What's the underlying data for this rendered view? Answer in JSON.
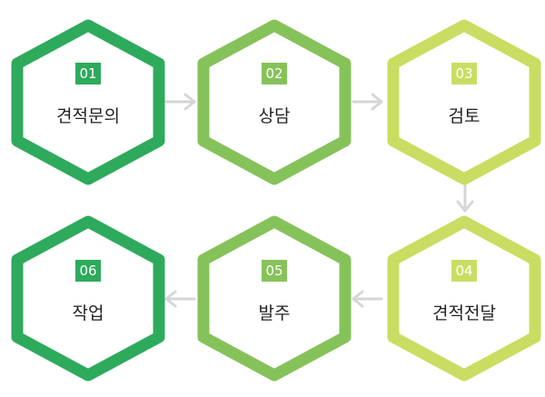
{
  "steps": [
    {
      "num": "01",
      "label": "견적문의",
      "color": "#2eaa5c"
    },
    {
      "num": "02",
      "label": "상담",
      "color": "#86c25a"
    },
    {
      "num": "03",
      "label": "검토",
      "color": "#cadd62"
    },
    {
      "num": "04",
      "label": "견적전달",
      "color": "#cadd62"
    },
    {
      "num": "05",
      "label": "발주",
      "color": "#86c25a"
    },
    {
      "num": "06",
      "label": "작업",
      "color": "#2eaa5c"
    }
  ],
  "connector_color": "#d6d6d6"
}
